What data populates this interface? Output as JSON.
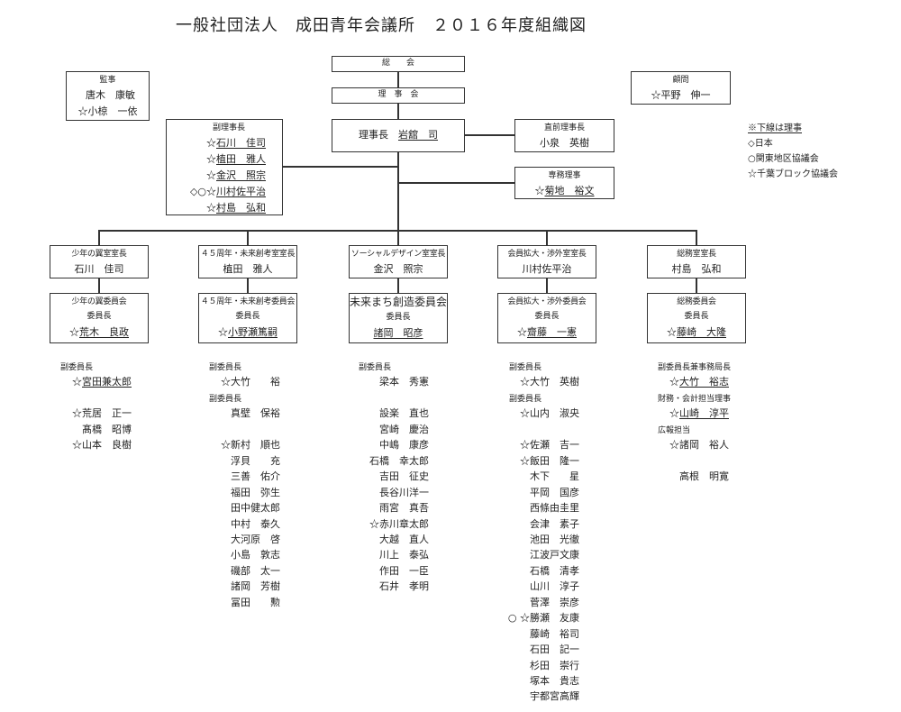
{
  "title": "一般社団法人　成田青年会議所　２０１６年度組織図",
  "top": {
    "general_assembly": "総　　会",
    "board": "理　事　会",
    "president_label": "理事長",
    "president_name": "岩舘　司"
  },
  "auditors": {
    "title": "監事",
    "members": [
      "唐木　康敏",
      "☆小椋　一依"
    ]
  },
  "advisor": {
    "title": "顧問",
    "member": "☆平野　伸一"
  },
  "vice_presidents": {
    "title": "副理事長",
    "members": [
      {
        "prefix": "☆",
        "name": "石川　佳司"
      },
      {
        "prefix": "☆",
        "name": "植田　雅人"
      },
      {
        "prefix": "☆",
        "name": "金沢　照宗"
      },
      {
        "prefix": "◇○☆",
        "name": "川村佐平治"
      },
      {
        "prefix": "☆",
        "name": "村島　弘和"
      }
    ]
  },
  "past_president": {
    "title": "直前理事長",
    "name": "小泉　英樹"
  },
  "executive_director": {
    "title": "専務理事",
    "prefix": "☆",
    "name": "菊地　裕文"
  },
  "legend": {
    "note": "※下線は理事",
    "items": [
      "◇日本",
      "○関東地区協議会",
      "☆千葉ブロック協議会"
    ]
  },
  "divisions": [
    {
      "room_title": "少年の翼室室長",
      "room_head": "石川　佳司",
      "committee": "少年の翼委員会",
      "chair_label": "委員長",
      "chair_prefix": "☆",
      "chair_name": "荒木　良政"
    },
    {
      "room_title": "４５周年・未来創考室室長",
      "room_head": "植田　雅人",
      "committee": "４５周年・未来創考委員会",
      "chair_label": "委員長",
      "chair_prefix": "☆",
      "chair_name": "小野瀬篤嗣"
    },
    {
      "room_title": "ソーシャルデザイン室室長",
      "room_head": "金沢　照宗",
      "committee": "未来まち創造委員会",
      "chair_label": "委員長",
      "chair_prefix": "",
      "chair_name": "諸岡　昭彦"
    },
    {
      "room_title": "会員拡大・渉外室室長",
      "room_head": "川村佐平治",
      "committee": "会員拡大・渉外委員会",
      "chair_label": "委員長",
      "chair_prefix": "☆",
      "chair_name": "齋藤　一憲"
    },
    {
      "room_title": "総務室室長",
      "room_head": "村島　弘和",
      "committee": "総務委員会",
      "chair_label": "委員長",
      "chair_prefix": "☆",
      "chair_name": "藤崎　大隆"
    }
  ],
  "member_lists": [
    [
      {
        "label": "副委員長"
      },
      {
        "prefix": "☆",
        "name": "宮田兼太郎",
        "u": true
      },
      {},
      {
        "prefix": "☆",
        "name": "荒居　正一"
      },
      {
        "prefix": "",
        "name": "髙橋　昭博"
      },
      {
        "prefix": "☆",
        "name": "山本　良樹"
      }
    ],
    [
      {
        "label": "副委員長"
      },
      {
        "prefix": "☆",
        "name": "大竹　　裕"
      },
      {
        "label": "副委員長"
      },
      {
        "prefix": "",
        "name": "真壁　保裕"
      },
      {},
      {
        "prefix": "☆",
        "name": "新村　順也"
      },
      {
        "prefix": "",
        "name": "浮貝　　充"
      },
      {
        "prefix": "",
        "name": "三善　佑介"
      },
      {
        "prefix": "",
        "name": "福田　弥生"
      },
      {
        "prefix": "",
        "name": "田中健太郎"
      },
      {
        "prefix": "",
        "name": "中村　泰久"
      },
      {
        "prefix": "",
        "name": "大河原　啓"
      },
      {
        "prefix": "",
        "name": "小島　敦志"
      },
      {
        "prefix": "",
        "name": "磯部　太一"
      },
      {
        "prefix": "",
        "name": "諸岡　芳樹"
      },
      {
        "prefix": "",
        "name": "冨田　　勲"
      }
    ],
    [
      {
        "label": "副委員長"
      },
      {
        "prefix": "",
        "name": "梁本　秀憲"
      },
      {},
      {
        "prefix": "",
        "name": "設楽　直也"
      },
      {
        "prefix": "",
        "name": "宮崎　慶治"
      },
      {
        "prefix": "",
        "name": "中嶋　康彦"
      },
      {
        "prefix": "",
        "name": "石橋　幸太郎"
      },
      {
        "prefix": "",
        "name": "吉田　征史"
      },
      {
        "prefix": "",
        "name": "長谷川洋一"
      },
      {
        "prefix": "",
        "name": "雨宮　真吾"
      },
      {
        "prefix": "☆",
        "name": "赤川章太郎"
      },
      {
        "prefix": "",
        "name": "大越　直人"
      },
      {
        "prefix": "",
        "name": "川上　泰弘"
      },
      {
        "prefix": "",
        "name": "作田　一臣"
      },
      {
        "prefix": "",
        "name": "石井　孝明"
      }
    ],
    [
      {
        "label": "副委員長"
      },
      {
        "prefix": "☆",
        "name": "大竹　英樹"
      },
      {
        "label": "副委員長"
      },
      {
        "prefix": "☆",
        "name": "山内　淑央"
      },
      {},
      {
        "prefix": "☆",
        "name": "佐瀬　吉一"
      },
      {
        "prefix": "☆",
        "name": "飯田　隆一"
      },
      {
        "prefix": "",
        "name": "木下　　星"
      },
      {
        "prefix": "",
        "name": "平岡　国彦"
      },
      {
        "prefix": "",
        "name": "西條由圭里"
      },
      {
        "prefix": "",
        "name": "会津　素子"
      },
      {
        "prefix": "",
        "name": "池田　光徹"
      },
      {
        "prefix": "",
        "name": "江波戸文康"
      },
      {
        "prefix": "",
        "name": "石橋　清孝"
      },
      {
        "prefix": "",
        "name": "山川　淳子"
      },
      {
        "prefix": "",
        "name": "菅澤　崇彦"
      },
      {
        "prefix": "○ ☆",
        "name": "勝瀬　友康"
      },
      {
        "prefix": "",
        "name": "藤崎　裕司"
      },
      {
        "prefix": "",
        "name": "石田　記一"
      },
      {
        "prefix": "",
        "name": "杉田　崇行"
      },
      {
        "prefix": "",
        "name": "塚本　貴志"
      },
      {
        "prefix": "",
        "name": "宇都宮高輝"
      }
    ],
    [
      {
        "label": "副委員長兼事務局長"
      },
      {
        "prefix": "☆",
        "name": "大竹　裕志",
        "u": true
      },
      {
        "label": "財務・会計担当理事"
      },
      {
        "prefix": "☆",
        "name": "山崎　淳平",
        "u": true
      },
      {
        "label": "広報担当"
      },
      {
        "prefix": "☆",
        "name": "諸岡　裕人"
      },
      {},
      {
        "prefix": "",
        "name": "高根　明寛"
      }
    ]
  ]
}
